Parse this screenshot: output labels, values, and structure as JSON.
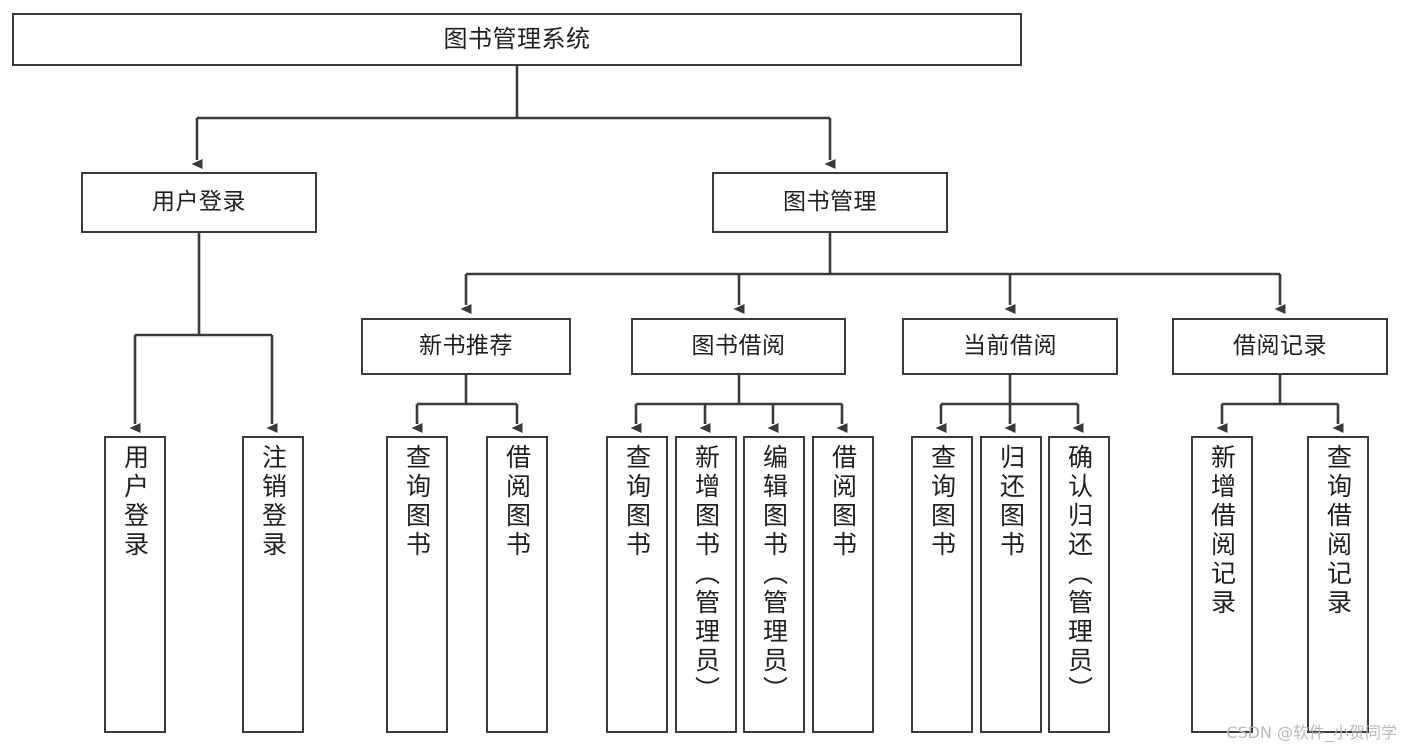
{
  "diagram": {
    "title": "图书管理系统",
    "type": "tree-hierarchy",
    "colors": {
      "background": "#ffffff",
      "node_border": "#3a3a3a",
      "node_fill": "#ffffff",
      "edge": "#3a3a3a",
      "text": "#1f1f1f",
      "watermark": "#b9b9b9"
    },
    "levels": 4
  },
  "watermark": {
    "text": "CSDN @软件_小贺同学"
  },
  "nodes": {
    "root": {
      "label": "图书管理系统"
    },
    "level2": [
      {
        "id": "user-login",
        "label": "用户登录"
      },
      {
        "id": "book-management",
        "label": "图书管理"
      }
    ],
    "level3": [
      {
        "id": "new-book-recommend",
        "label": "新书推荐"
      },
      {
        "id": "book-borrow",
        "label": "图书借阅"
      },
      {
        "id": "current-borrow",
        "label": "当前借阅"
      },
      {
        "id": "borrow-record",
        "label": "借阅记录"
      }
    ],
    "leaves": {
      "user_login": [
        {
          "id": "leaf-user-login",
          "label": "用户登录"
        },
        {
          "id": "leaf-logout-login",
          "label": "注销登录"
        }
      ],
      "new_book_recommend": [
        {
          "id": "leaf-query-book-1",
          "label": "查询图书"
        },
        {
          "id": "leaf-borrow-book-1",
          "label": "借阅图书"
        }
      ],
      "book_borrow": [
        {
          "id": "leaf-query-book-2",
          "label": "查询图书"
        },
        {
          "id": "leaf-add-book",
          "label": "新增图书（管理员）"
        },
        {
          "id": "leaf-edit-book",
          "label": "编辑图书（管理员）"
        },
        {
          "id": "leaf-borrow-book-2",
          "label": "借阅图书"
        }
      ],
      "current_borrow": [
        {
          "id": "leaf-query-book-3",
          "label": "查询图书"
        },
        {
          "id": "leaf-return-book",
          "label": "归还图书"
        },
        {
          "id": "leaf-confirm-return",
          "label": "确认归还（管理员）"
        }
      ],
      "borrow_record": [
        {
          "id": "leaf-add-record",
          "label": "新增借阅记录"
        },
        {
          "id": "leaf-query-record",
          "label": "查询借阅记录"
        }
      ]
    }
  }
}
